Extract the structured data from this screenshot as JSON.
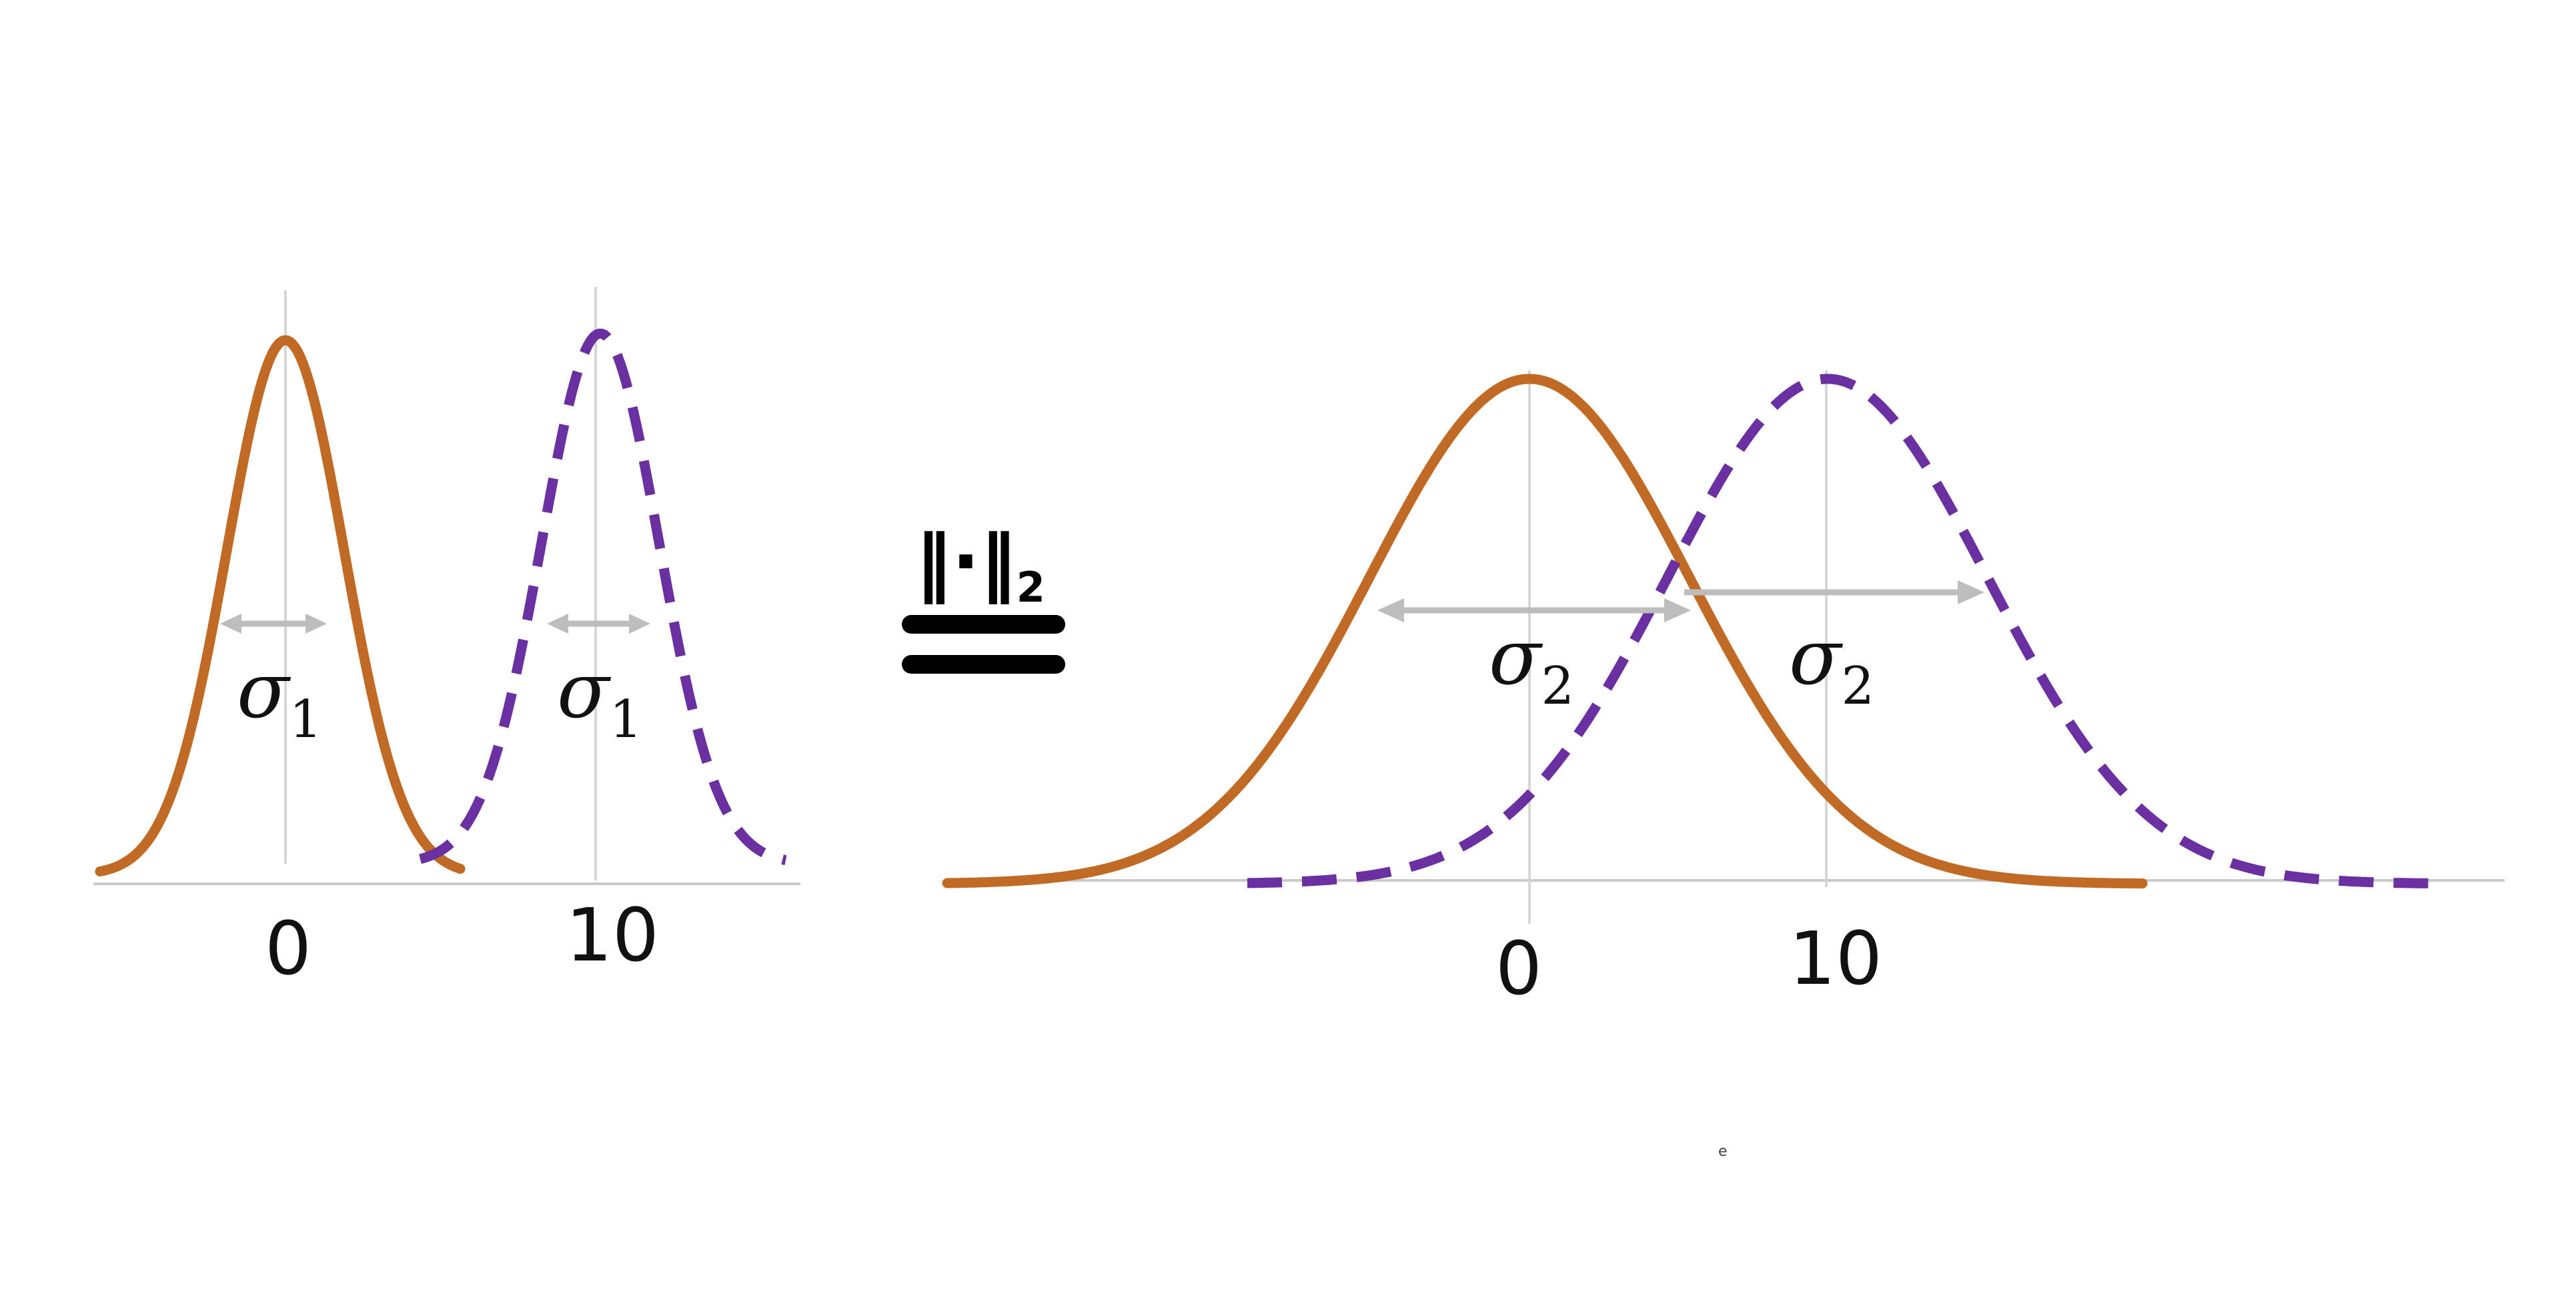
{
  "colors": {
    "curve_a": "#c06a25",
    "curve_b": "#6a2fa0",
    "arrow": "#bdbdbd",
    "guide": "#d6d6d6",
    "text": "#111111"
  },
  "left_panel": {
    "tick_0": "0",
    "tick_10": "10",
    "sigma_a": {
      "symbol": "σ",
      "subscript": "1"
    },
    "sigma_b": {
      "symbol": "σ",
      "subscript": "1"
    },
    "curve_a": {
      "mean": 0,
      "style": "solid"
    },
    "curve_b": {
      "mean": 10,
      "style": "dashed"
    }
  },
  "right_panel": {
    "tick_0": "0",
    "tick_10": "10",
    "sigma_a": {
      "symbol": "σ",
      "subscript": "2"
    },
    "sigma_b": {
      "symbol": "σ",
      "subscript": "2"
    },
    "curve_a": {
      "mean": 0,
      "style": "solid"
    },
    "curve_b": {
      "mean": 10,
      "style": "dashed"
    }
  },
  "relation": {
    "norm": "‖·‖",
    "norm_subscript": "2",
    "symbol": "equals"
  },
  "stray_mark": "e"
}
